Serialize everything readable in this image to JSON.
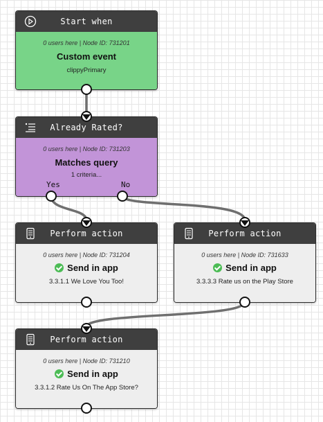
{
  "nodes": {
    "start": {
      "title": "Start when",
      "meta": "0 users here | Node ID: 731201",
      "name": "Custom event",
      "sub": "clippyPrimary"
    },
    "rated": {
      "title": "Already Rated?",
      "meta": "0 users here | Node ID: 731203",
      "name": "Matches query",
      "sub": "1 criteria...",
      "yes_label": "Yes",
      "no_label": "No"
    },
    "action_204": {
      "title": "Perform action",
      "meta": "0 users here | Node ID: 731204",
      "name": "Send in app",
      "sub": "3.3.1.1 We Love You Too!"
    },
    "action_633": {
      "title": "Perform action",
      "meta": "0 users here | Node ID: 731633",
      "name": "Send in app",
      "sub": "3.3.3.3 Rate us on the Play Store"
    },
    "action_210": {
      "title": "Perform action",
      "meta": "0 users here | Node ID: 731210",
      "name": "Send in app",
      "sub": "3.3.1.2 Rate Us On The App Store?"
    }
  },
  "colors": {
    "trigger": "#78d488",
    "condition": "#c294d8",
    "action": "#eeeeee",
    "header": "#3f3f3f",
    "success": "#4cbc55"
  },
  "icons": {
    "start": "play-circle-icon",
    "rated": "list-filter-icon",
    "action": "phone-device-icon"
  }
}
